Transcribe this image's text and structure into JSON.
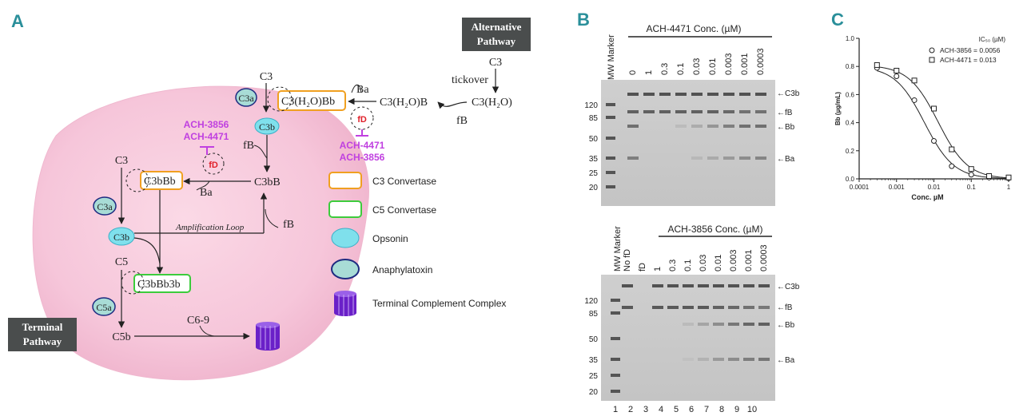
{
  "colors": {
    "panel_letter": "#2a8f9a",
    "inhibitor": "#c040e0",
    "fd": "#e0202a",
    "c3_convertase": "#f0a020",
    "c5_convertase": "#3ccc3c",
    "opsonin": "#7fe0ec",
    "anaphylatoxin_fill": "#a8dcd6",
    "anaphylatoxin_border": "#1e2a80",
    "tcc": "#6a20c8",
    "cell": "#f6c6da",
    "pathway_box": "#4a4d4d"
  },
  "panel_a": {
    "letter": "A",
    "alternative_pathway": [
      "Alternative",
      "Pathway"
    ],
    "terminal_pathway": [
      "Terminal",
      "Pathway"
    ],
    "nodes": {
      "c3_top": "C3",
      "tickover_c3": "C3",
      "tickover": "tickover",
      "c3h2o": "C3(H₂O)",
      "c3h2ob": "C3(H₂O)B",
      "c3h2obb": "C3(H₂O)Bb",
      "ba_top": "Ba",
      "fb_top": "fB",
      "c3a_top": "C3a",
      "c3b_top": "C3b",
      "fb_mid": "fB",
      "c3bb": "C3bB",
      "c3bbb": "C3bBb",
      "ba_mid": "Ba",
      "c3_left": "C3",
      "c3a_left": "C3a",
      "c3b_left": "C3b",
      "fb_right": "fB",
      "amplification_loop": "Amplification Loop",
      "c5": "C5",
      "c3bbb3b": "C3bBb3b",
      "c5a": "C5a",
      "c5b": "C5b",
      "c69": "C6-9",
      "fd": "fD",
      "fd_top": "fD"
    },
    "inhibitors_left": [
      "ACH-3856",
      "ACH-4471"
    ],
    "inhibitors_right": [
      "ACH-4471",
      "ACH-3856"
    ],
    "legend": [
      {
        "label": "C3 Convertase",
        "icon": "orange-rounded-box"
      },
      {
        "label": "C5 Convertase",
        "icon": "green-rounded-box"
      },
      {
        "label": "Opsonin",
        "icon": "cyan-ellipse"
      },
      {
        "label": "Anaphylatoxin",
        "icon": "blue-ellipse"
      },
      {
        "label": "Terminal Complement Complex",
        "icon": "purple-cylinder"
      }
    ]
  },
  "panel_b": {
    "letter": "B",
    "top_gel": {
      "marker_label": "MW Marker",
      "title": "ACH-4471 Conc. (µM)",
      "lanes": [
        "0",
        "1",
        "0.3",
        "0.1",
        "0.03",
        "0.01",
        "0.003",
        "0.001",
        "0.0003"
      ],
      "mw": [
        "120",
        "85",
        "50",
        "35",
        "25",
        "20"
      ],
      "bands": [
        "←C3b",
        "←fB",
        "←Bb",
        "←Ba"
      ]
    },
    "bottom_gel": {
      "marker_label": "MW Marker",
      "title": "ACH-3856 Conc. (µM)",
      "lanes": [
        "No fD",
        "fD",
        "1",
        "0.3",
        "0.1",
        "0.03",
        "0.01",
        "0.003",
        "0.001",
        "0.0003"
      ],
      "mw": [
        "120",
        "85",
        "50",
        "35",
        "25",
        "20"
      ],
      "bands": [
        "←C3b",
        "←fB",
        "←Bb",
        "←Ba"
      ],
      "lane_numbers": [
        "1",
        "2",
        "3",
        "4",
        "5",
        "6",
        "7",
        "8",
        "9",
        "10"
      ]
    }
  },
  "panel_c": {
    "letter": "C",
    "legend_title": "IC₅₀ (µM)",
    "chart_data": {
      "type": "scatter",
      "xlabel": "Conc. µM",
      "ylabel": "Bb (µg/mL)",
      "xscale": "log",
      "xlim": [
        0.0001,
        1
      ],
      "ylim": [
        0,
        1.0
      ],
      "xticks": [
        "0.0001",
        "0.001",
        "0.01",
        "0.1",
        "1"
      ],
      "yticks": [
        "0.0",
        "0.2",
        "0.4",
        "0.6",
        "0.8",
        "1.0"
      ],
      "legend_position": "top-right",
      "series": [
        {
          "name": "ACH-3856 = 0.0056",
          "marker": "circle",
          "x": [
            0.0003,
            0.001,
            0.003,
            0.01,
            0.03,
            0.1,
            0.3,
            1
          ],
          "y": [
            0.79,
            0.73,
            0.56,
            0.27,
            0.09,
            0.03,
            0.01,
            0.005
          ],
          "fit": {
            "top": 0.8,
            "bottom": 0.0,
            "ic50": 0.0056,
            "hill": 1.1
          }
        },
        {
          "name": "ACH-4471 = 0.013",
          "marker": "square",
          "x": [
            0.0003,
            0.001,
            0.003,
            0.01,
            0.03,
            0.1,
            0.3,
            1
          ],
          "y": [
            0.81,
            0.77,
            0.7,
            0.5,
            0.21,
            0.07,
            0.02,
            0.01
          ],
          "fit": {
            "top": 0.81,
            "bottom": 0.0,
            "ic50": 0.013,
            "hill": 1.1
          }
        }
      ]
    }
  }
}
